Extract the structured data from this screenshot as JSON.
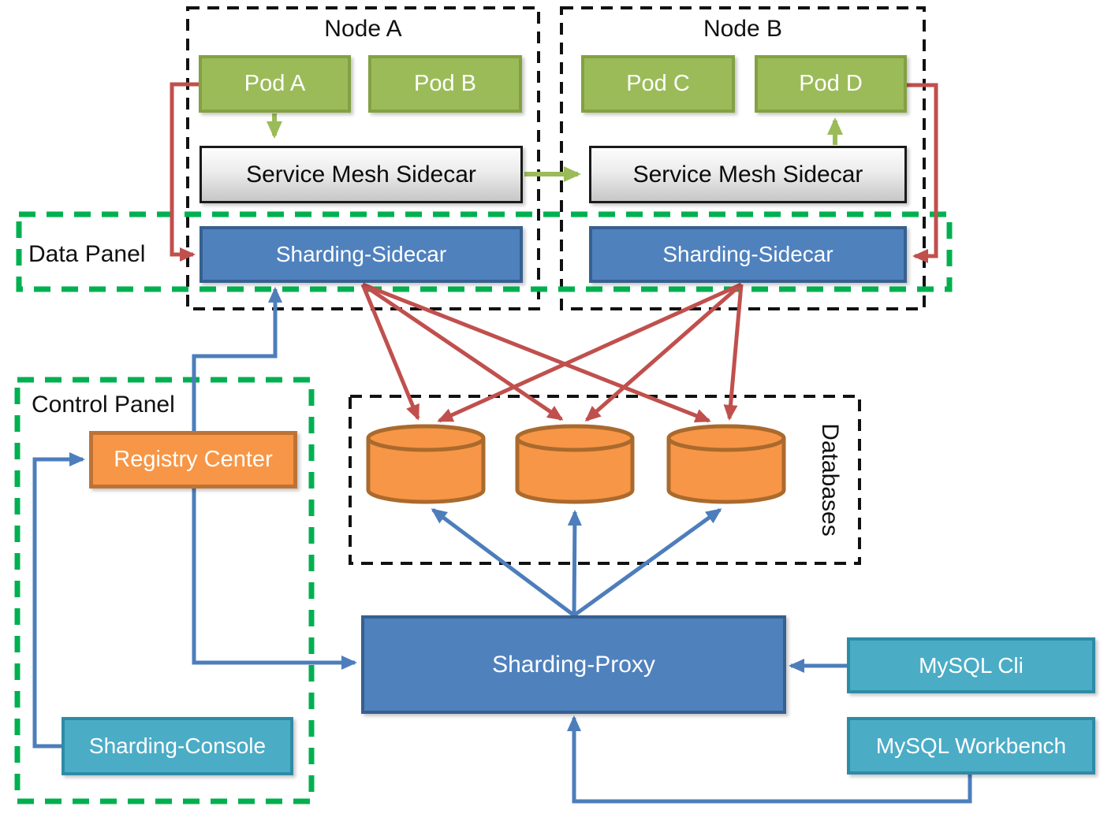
{
  "nodes": [
    {
      "title": "Node A",
      "pods": [
        "Pod A",
        "Pod B"
      ],
      "mesh": "Service Mesh Sidecar",
      "sidecar": "Sharding-Sidecar"
    },
    {
      "title": "Node B",
      "pods": [
        "Pod C",
        "Pod D"
      ],
      "mesh": "Service Mesh Sidecar",
      "sidecar": "Sharding-Sidecar"
    }
  ],
  "panels": {
    "data_panel": "Data Panel",
    "control_panel": "Control Panel"
  },
  "control": {
    "registry": "Registry Center",
    "console": "Sharding-Console"
  },
  "databases": {
    "label": "Databases",
    "cylinder_count": 3
  },
  "proxy": {
    "label": "Sharding-Proxy"
  },
  "clients": [
    "MySQL Cli",
    "MySQL Workbench"
  ],
  "colors": {
    "pod_green_fill": "#9BBB59",
    "pod_green_border": "#83A143",
    "blue_fill": "#4F81BD",
    "blue_border": "#36608F",
    "teal_fill": "#4BACC6",
    "teal_border": "#2E8BA6",
    "orange_fill": "#F79646",
    "orange_border": "#BE7336",
    "db_cylinder_fill": "#F79646",
    "db_cylinder_border": "#AA6A2E",
    "arrow_red": "#C0504D",
    "arrow_blue": "#4D7EBB",
    "arrow_green": "#9BBB59",
    "panel_dash_green": "#00B050",
    "node_dash_black": "#111111"
  }
}
